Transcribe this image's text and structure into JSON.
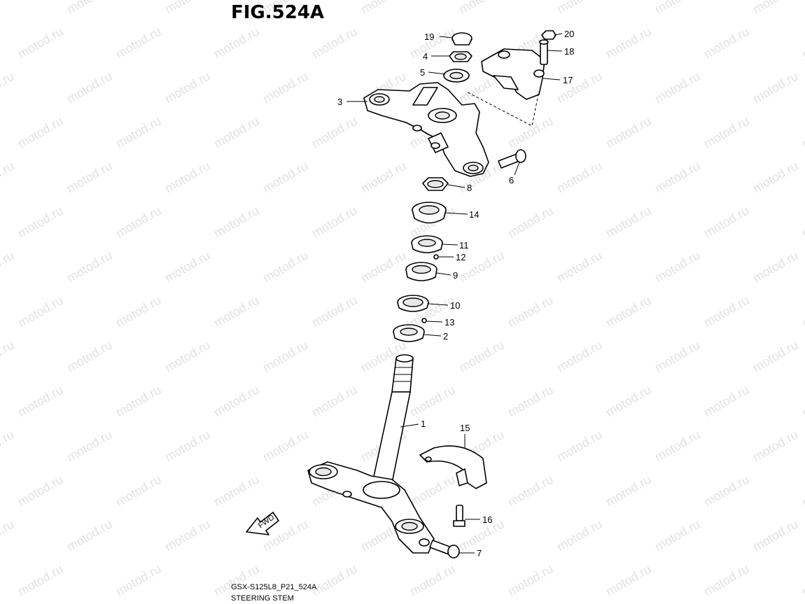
{
  "figure": {
    "title": "FIG.524A",
    "model_code": "GSX-S125L8_P21_524A",
    "section_name": "STEERING STEM",
    "watermark": "motod.ru",
    "fwd_label": "FWD"
  },
  "callouts": [
    "19",
    "4",
    "5",
    "3",
    "20",
    "18",
    "17",
    "8",
    "6",
    "14",
    "11",
    "12",
    "9",
    "10",
    "13",
    "2",
    "1",
    "15",
    "16",
    "7"
  ]
}
